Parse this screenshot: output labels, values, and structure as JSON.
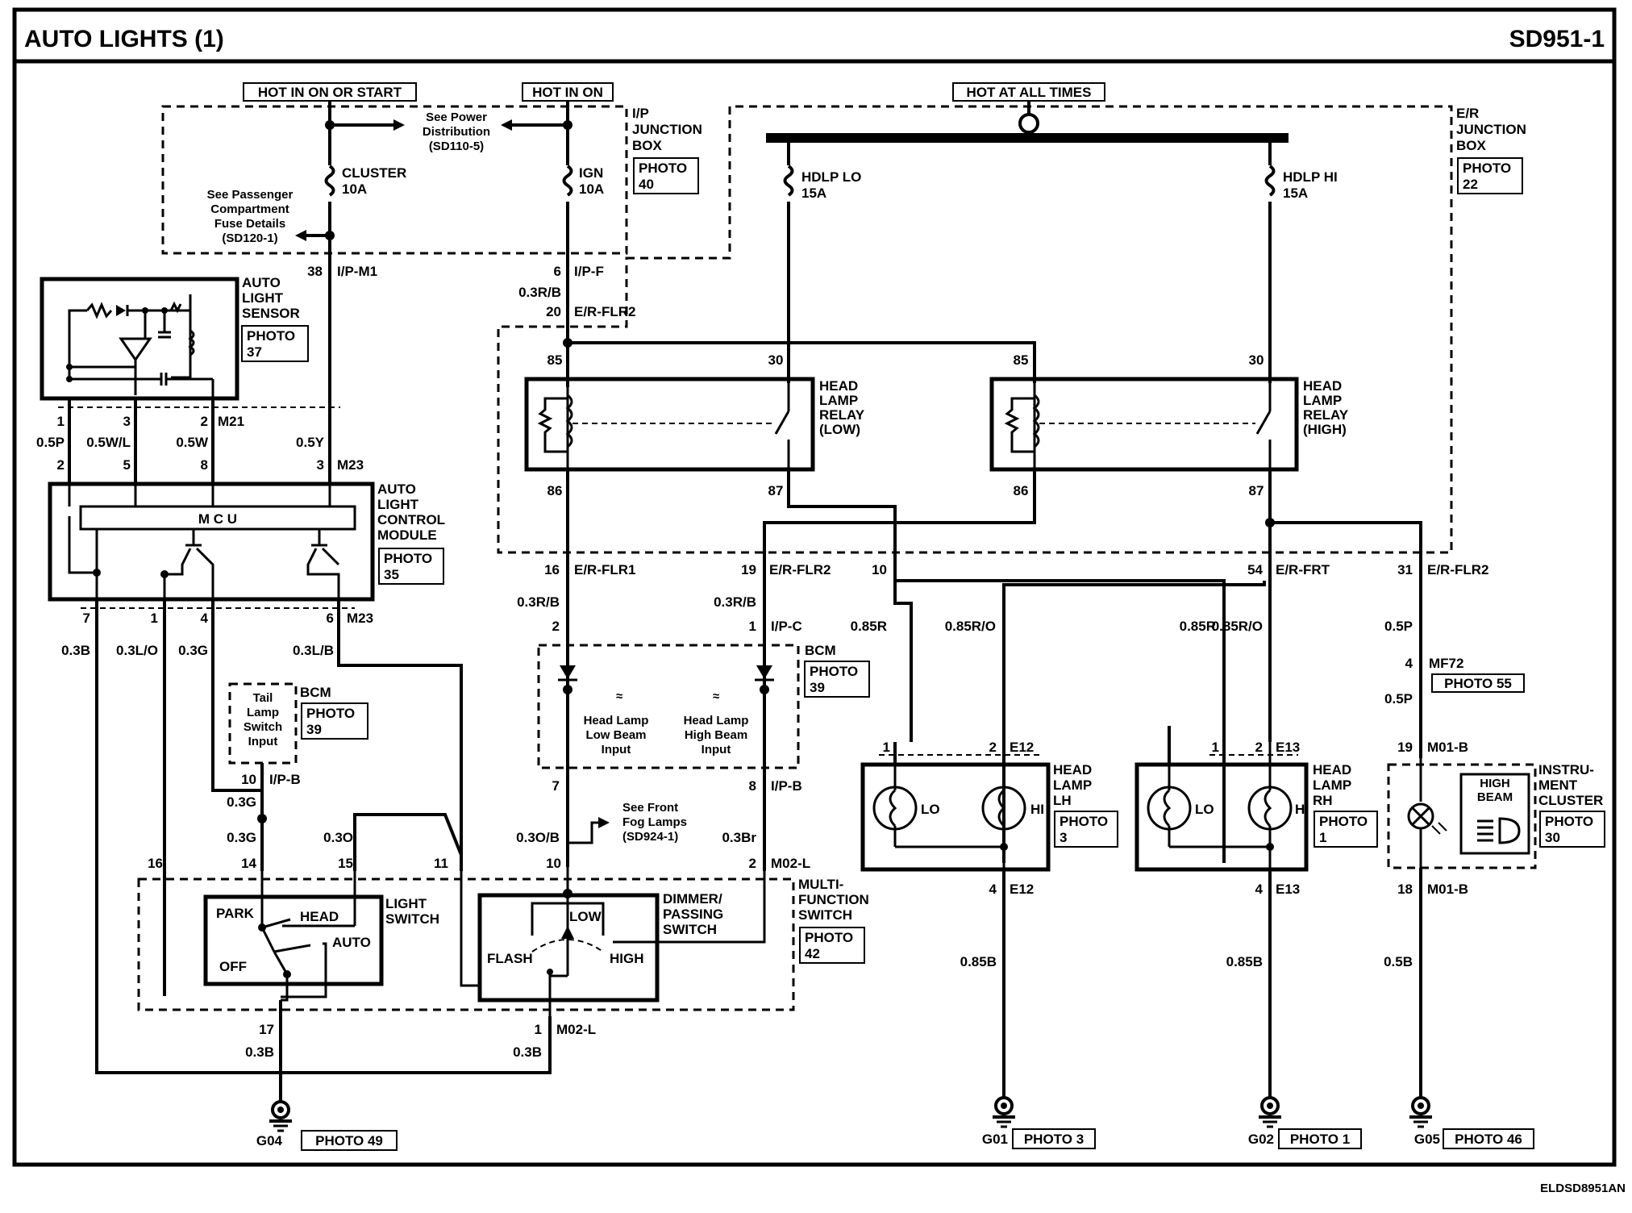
{
  "header": {
    "title": "AUTO LIGHTS (1)",
    "code": "SD951-1"
  },
  "footer": {
    "figure_code": "ELDSD8951AN"
  },
  "power": {
    "hot_on_start": "HOT IN ON OR START",
    "hot_in_on": "HOT IN ON",
    "hot_all_times": "HOT AT ALL TIMES"
  },
  "notes": {
    "power_dist": [
      "See Power",
      "Distribution",
      "(SD110-5)"
    ],
    "fuse_details": [
      "See Passenger",
      "Compartment",
      "Fuse Details",
      "(SD120-1)"
    ],
    "fog_lamps": [
      "See Front",
      "Fog Lamps",
      "(SD924-1)"
    ]
  },
  "fuses": {
    "cluster": [
      "CLUSTER",
      "10A"
    ],
    "ign": [
      "IGN",
      "10A"
    ],
    "hdlp_lo": [
      "HDLP LO",
      "15A"
    ],
    "hdlp_hi": [
      "HDLP HI",
      "15A"
    ]
  },
  "components": {
    "ip_jbox": {
      "label": [
        "I/P",
        "JUNCTION",
        "BOX"
      ],
      "photo": [
        "PHOTO",
        "40"
      ]
    },
    "er_jbox": {
      "label": [
        "E/R",
        "JUNCTION",
        "BOX"
      ],
      "photo": [
        "PHOTO",
        "22"
      ]
    },
    "sensor": {
      "label": [
        "AUTO",
        "LIGHT",
        "SENSOR"
      ],
      "photo": [
        "PHOTO",
        "37"
      ]
    },
    "module": {
      "label": [
        "AUTO",
        "LIGHT",
        "CONTROL",
        "MODULE"
      ],
      "photo": [
        "PHOTO",
        "35"
      ],
      "mcu": "M C U"
    },
    "relay_low": {
      "label": [
        "HEAD",
        "LAMP",
        "RELAY",
        "(LOW)"
      ]
    },
    "relay_high": {
      "label": [
        "HEAD",
        "LAMP",
        "RELAY",
        "(HIGH)"
      ]
    },
    "bcm_top": {
      "label": "BCM",
      "photo": [
        "PHOTO",
        "39"
      ],
      "in_low": [
        "Head Lamp",
        "Low Beam",
        "Input"
      ],
      "in_high": [
        "Head Lamp",
        "High Beam",
        "Input"
      ]
    },
    "bcm_tail": {
      "label": "BCM",
      "photo": [
        "PHOTO",
        "39"
      ],
      "input": [
        "Tail",
        "Lamp",
        "Switch",
        "Input"
      ]
    },
    "lamp_lh": {
      "label": [
        "HEAD",
        "LAMP",
        "LH"
      ],
      "photo": [
        "PHOTO",
        "3"
      ],
      "lo": "LO",
      "hi": "HI"
    },
    "lamp_rh": {
      "label": [
        "HEAD",
        "LAMP",
        "RH"
      ],
      "photo": [
        "PHOTO",
        "1"
      ],
      "lo": "LO",
      "hi": "HI"
    },
    "cluster": {
      "label": [
        "INSTRU-",
        "MENT",
        "CLUSTER"
      ],
      "photo": [
        "PHOTO",
        "30"
      ],
      "high_beam": [
        "HIGH",
        "BEAM"
      ]
    },
    "light_switch": {
      "label": [
        "LIGHT",
        "SWITCH"
      ],
      "park": "PARK",
      "head": "HEAD",
      "off": "OFF",
      "auto": "AUTO"
    },
    "dimmer": {
      "label": [
        "DIMMER/",
        "PASSING",
        "SWITCH"
      ],
      "low": "LOW",
      "flash": "FLASH",
      "high": "HIGH"
    },
    "mfs": {
      "label": [
        "MULTI-",
        "FUNCTION",
        "SWITCH"
      ],
      "photo": [
        "PHOTO",
        "42"
      ]
    },
    "mf72_photo": "PHOTO 55"
  },
  "connectors": {
    "ip_m1": "I/P-M1",
    "ip_f": "I/P-F",
    "er_flr2": "E/R-FLR2",
    "m21": "M21",
    "m23": "M23",
    "er_flr1": "E/R-FLR1",
    "er_frt": "E/R-FRT",
    "ip_c": "I/P-C",
    "ip_b": "I/P-B",
    "m02_l": "M02-L",
    "mf72": "MF72",
    "m01_b": "M01-B",
    "e12": "E12",
    "e13": "E13"
  },
  "pins": {
    "p38": "38",
    "p6": "6",
    "p20": "20",
    "p1": "1",
    "p2": "2",
    "p3": "3",
    "p4": "4",
    "p5": "5",
    "p7": "7",
    "p8": "8",
    "p10": "10",
    "p11": "11",
    "p14": "14",
    "p15": "15",
    "p16": "16",
    "p17": "17",
    "p18": "18",
    "p19": "19",
    "p31": "31",
    "p54": "54",
    "r85": "85",
    "r30": "30",
    "r86": "86",
    "r87": "87"
  },
  "wires": {
    "w03rb": "0.3R/B",
    "w05p": "0.5P",
    "w05wl": "0.5W/L",
    "w05w": "0.5W",
    "w05y": "0.5Y",
    "w03b": "0.3B",
    "w03lo": "0.3L/O",
    "w03g": "0.3G",
    "w03lb": "0.3L/B",
    "w03o": "0.3O",
    "w03ob": "0.3O/B",
    "w03br": "0.3Br",
    "w085r": "0.85R",
    "w085ro": "0.85R/O",
    "w085b": "0.85B",
    "w05b": "0.5B"
  },
  "grounds": [
    {
      "id": "G04",
      "photo": "PHOTO 49"
    },
    {
      "id": "G01",
      "photo": "PHOTO 3"
    },
    {
      "id": "G02",
      "photo": "PHOTO 1"
    },
    {
      "id": "G05",
      "photo": "PHOTO 46"
    }
  ]
}
